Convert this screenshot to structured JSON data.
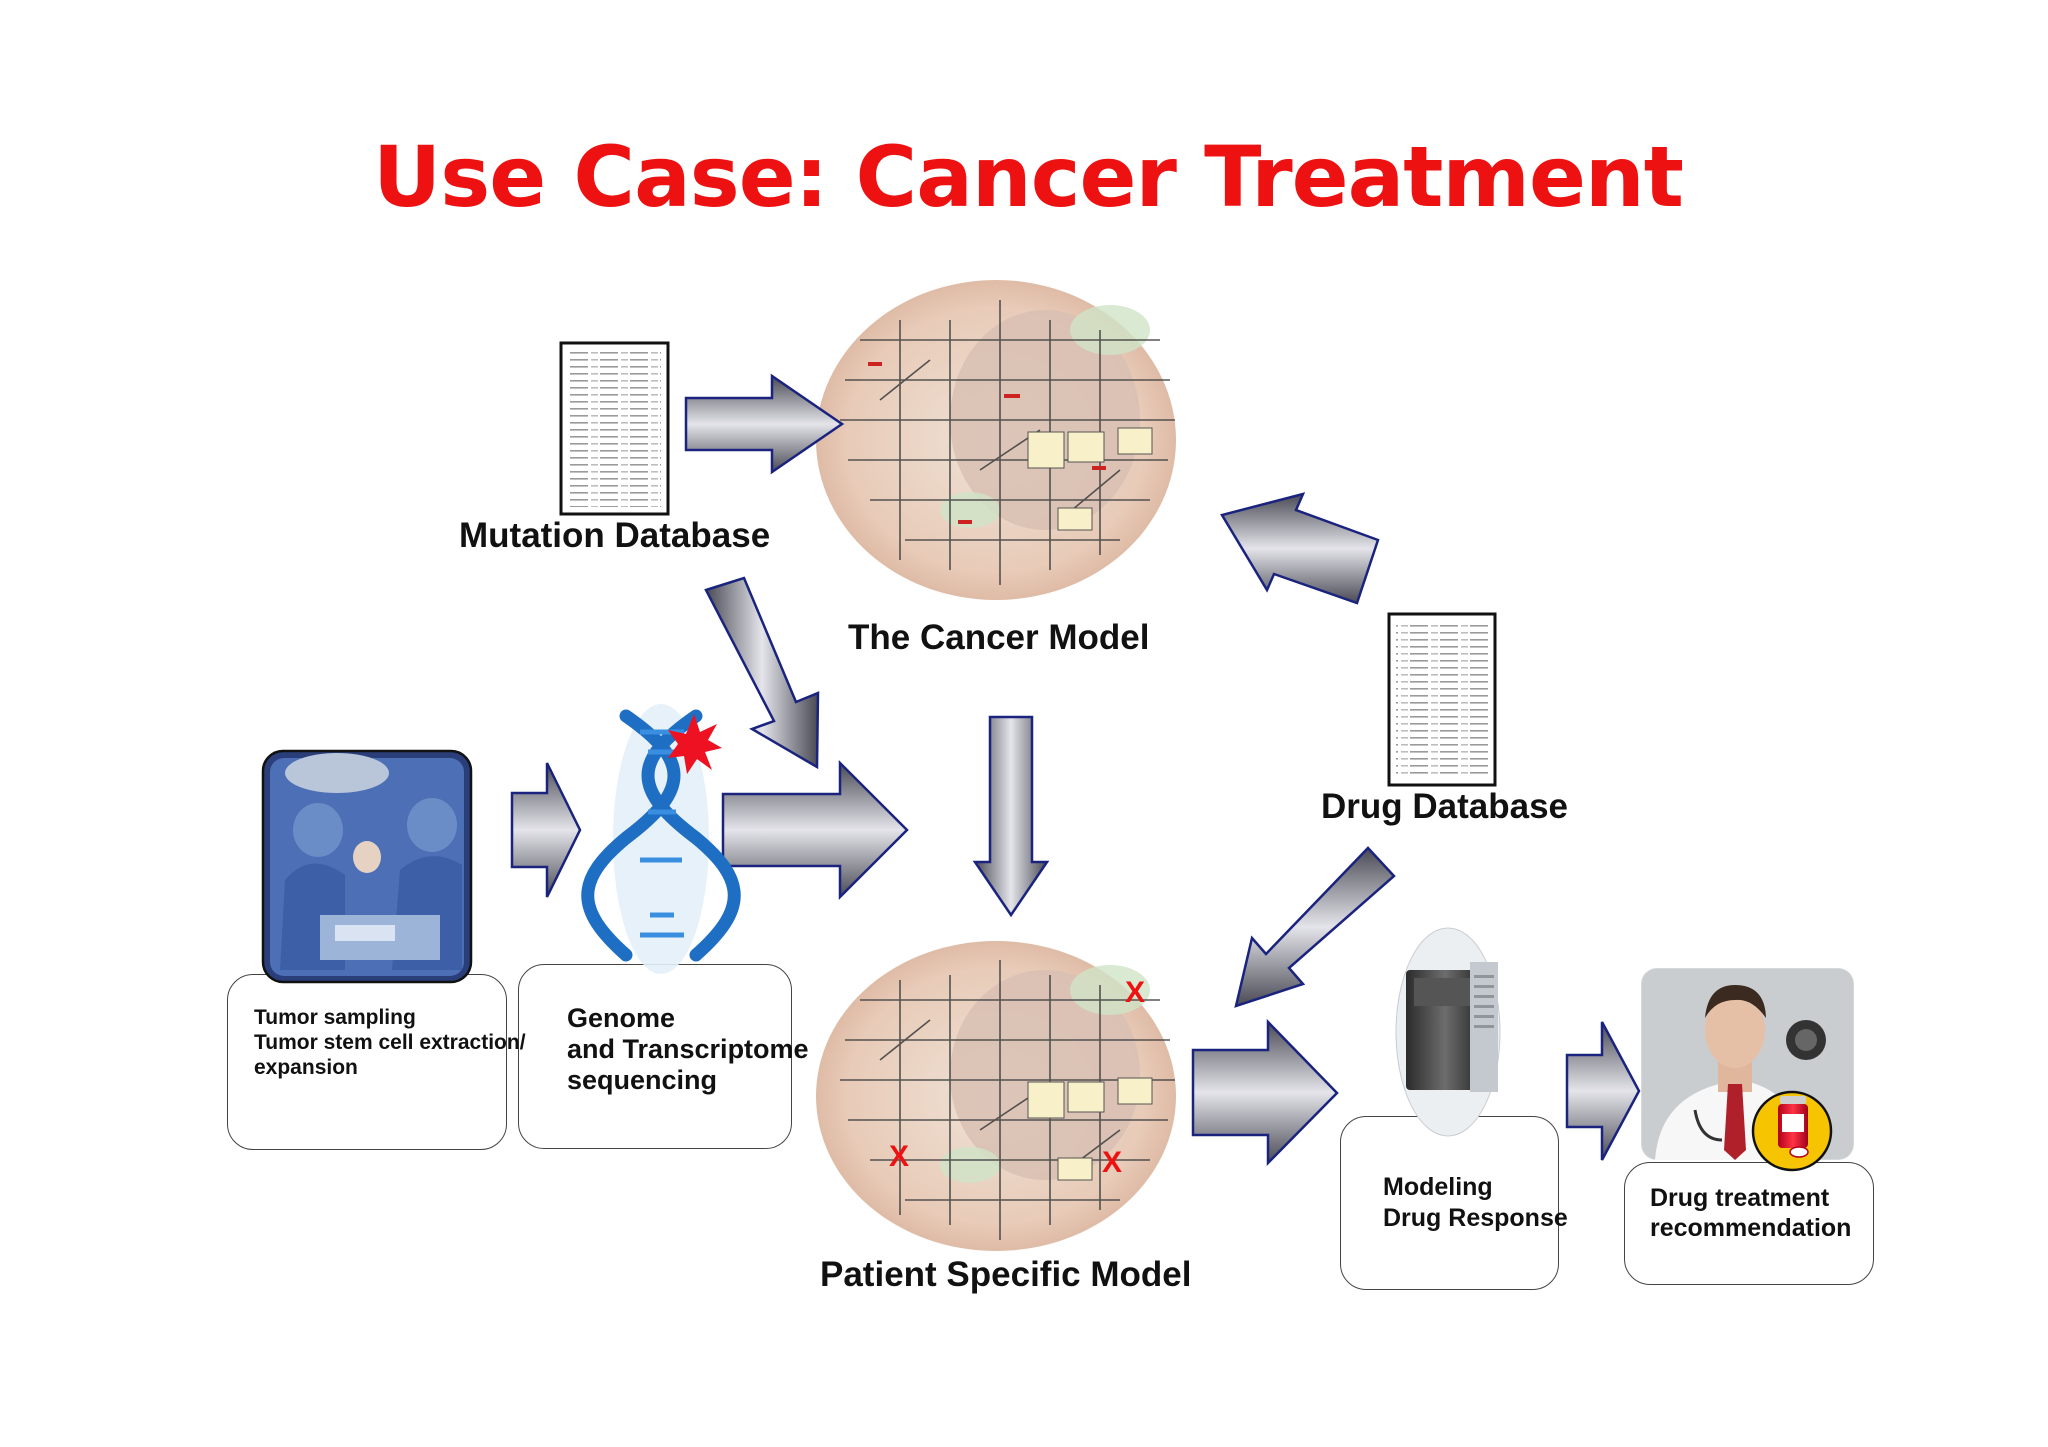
{
  "title": "Use Case: Cancer Treatment",
  "labels": {
    "mutation_database": "Mutation Database",
    "cancer_model": "The Cancer Model",
    "drug_database": "Drug Database",
    "patient_model": "Patient Specific Model"
  },
  "steps": {
    "tumor": [
      "Tumor sampling",
      "Tumor stem cell extraction/",
      "expansion"
    ],
    "genome": [
      "Genome",
      "and Transcriptome",
      "sequencing"
    ],
    "modeling": [
      "Modeling",
      "Drug Response"
    ],
    "treatment": [
      "Drug treatment",
      "recommendation"
    ]
  },
  "markers": {
    "knockout": "X"
  },
  "colors": {
    "title": "#ee1111",
    "arrow_dark": "#4a4a55",
    "arrow_light": "#e4e4ea",
    "arrow_outline": "#1a237e",
    "dna_blue": "#1e6fc4",
    "cell_fill": "#e9d2c3"
  }
}
